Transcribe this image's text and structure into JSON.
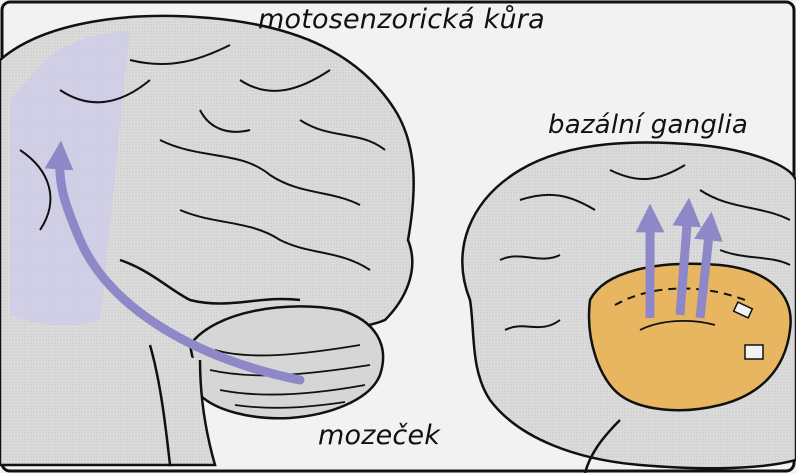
{
  "labels": {
    "motor_cortex": "motosenzorická kůra",
    "basal_ganglia": "bazální ganglia",
    "cerebellum": "mozeček"
  },
  "colors": {
    "background": "#f2f2f2",
    "brain_fill": "#d9d9d9",
    "outline": "#111111",
    "cortex_highlight": "#cfcde6",
    "ganglia_fill": "#e8b661",
    "arrow": "#8e88c8"
  }
}
